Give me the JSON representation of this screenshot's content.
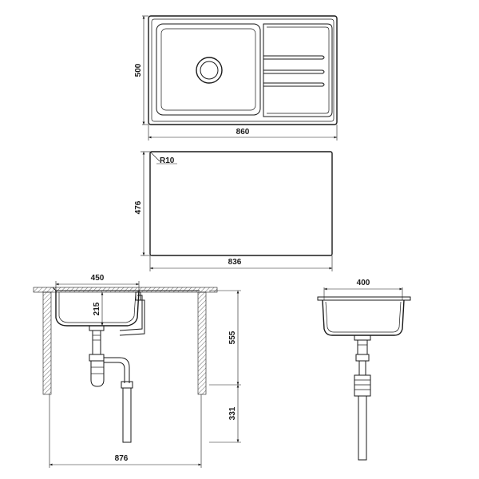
{
  "top_view": {
    "width_label": "860",
    "height_label": "500"
  },
  "cutout": {
    "width_label": "836",
    "height_label": "476",
    "radius_label": "R10"
  },
  "side_view": {
    "basin_width_label": "450",
    "basin_depth_label": "215",
    "total_depth_label": "555",
    "waste_height_label": "331",
    "cabinet_width_label": "876"
  },
  "end_view": {
    "width_label": "400"
  }
}
